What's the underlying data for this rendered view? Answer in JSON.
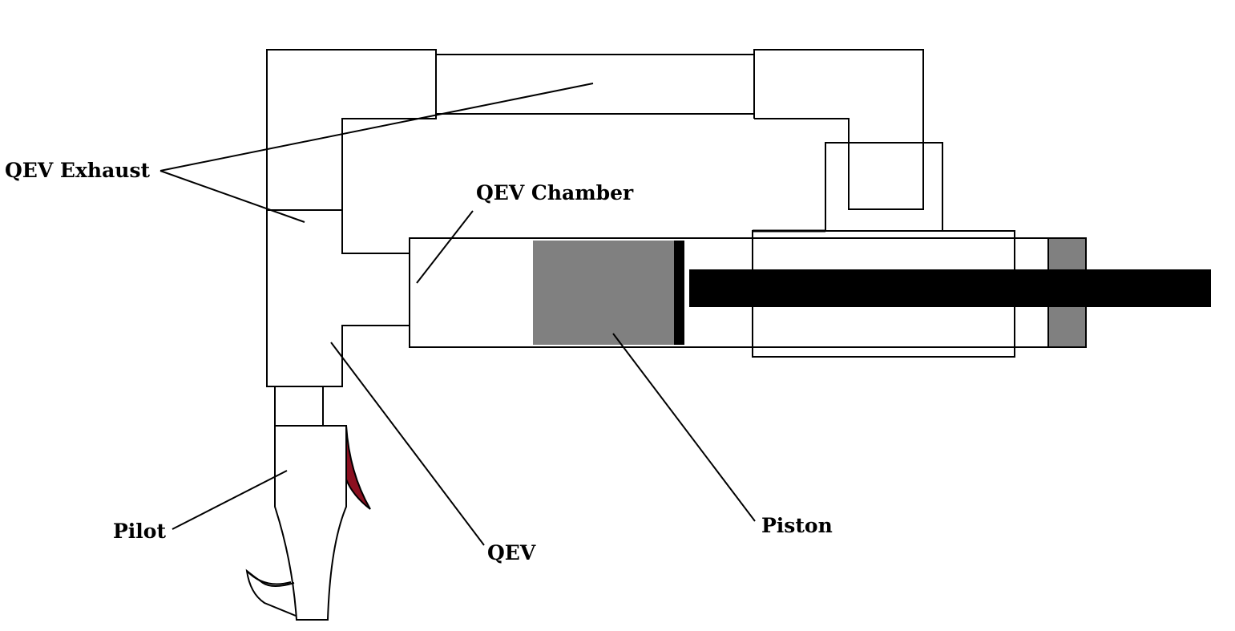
{
  "labels": {
    "qev_exhaust": "QEV Exhaust",
    "qev_chamber": "QEV Chamber",
    "pilot": "Pilot",
    "qev": "QEV",
    "piston": "Piston"
  },
  "colors": {
    "line": "#000000",
    "piston": "#808080",
    "rod": "#000000",
    "trigger": "#8b1020",
    "background": "#ffffff"
  }
}
